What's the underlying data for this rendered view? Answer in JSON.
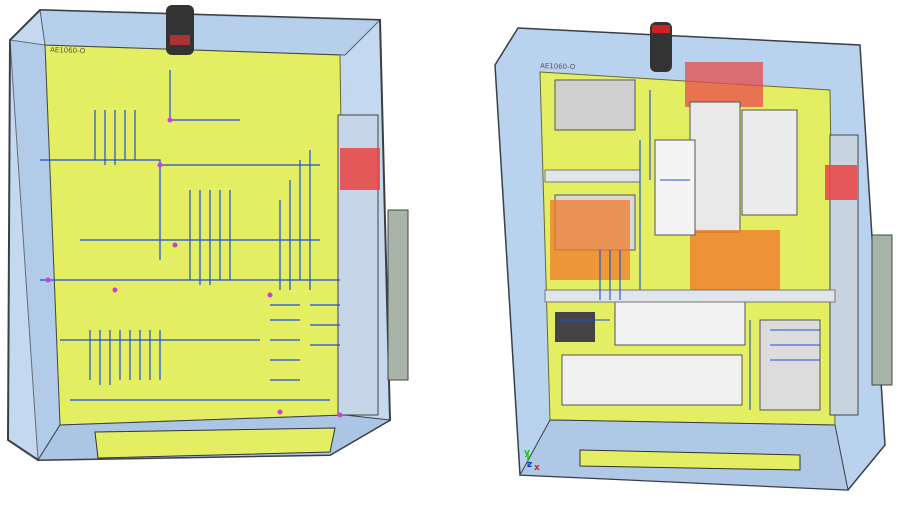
{
  "scene": {
    "left_enclosure": {
      "label": "AE1060-O",
      "view": "wiring-only"
    },
    "right_enclosure": {
      "label": "AE1060-O",
      "view": "with-components"
    }
  },
  "axis_triad": {
    "x": "x",
    "y": "y",
    "z": "z"
  },
  "colors": {
    "enclosure": "#b9d3ef",
    "enclosure_edge": "#3a3f47",
    "mounting_plate": "#e3ee63",
    "wire": "#1f4fd8",
    "node": "#d13fd1",
    "highlight_red": "#e84a4a",
    "highlight_orange": "#f07a2a"
  }
}
